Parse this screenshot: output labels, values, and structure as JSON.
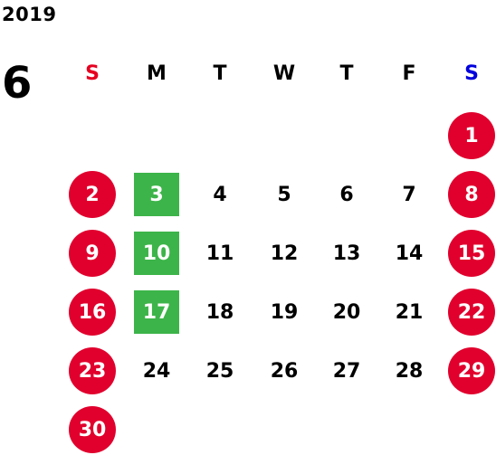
{
  "year": "2019",
  "month": "6",
  "colors": {
    "sunday_header": "#e60020",
    "saturday_header": "#0000dd",
    "holiday_circle": "#e1002d",
    "marked_square": "#3cb449",
    "text": "#000000"
  },
  "weekdays": [
    {
      "label": "S",
      "kind": "sun"
    },
    {
      "label": "M",
      "kind": "normal"
    },
    {
      "label": "T",
      "kind": "normal"
    },
    {
      "label": "W",
      "kind": "normal"
    },
    {
      "label": "T",
      "kind": "normal"
    },
    {
      "label": "F",
      "kind": "normal"
    },
    {
      "label": "S",
      "kind": "sat"
    }
  ],
  "weeks": [
    [
      null,
      null,
      null,
      null,
      null,
      null,
      {
        "d": "1",
        "style": "holiday"
      }
    ],
    [
      {
        "d": "2",
        "style": "holiday"
      },
      {
        "d": "3",
        "style": "marked"
      },
      {
        "d": "4"
      },
      {
        "d": "5"
      },
      {
        "d": "6"
      },
      {
        "d": "7"
      },
      {
        "d": "8",
        "style": "holiday"
      }
    ],
    [
      {
        "d": "9",
        "style": "holiday"
      },
      {
        "d": "10",
        "style": "marked"
      },
      {
        "d": "11"
      },
      {
        "d": "12"
      },
      {
        "d": "13"
      },
      {
        "d": "14"
      },
      {
        "d": "15",
        "style": "holiday"
      }
    ],
    [
      {
        "d": "16",
        "style": "holiday"
      },
      {
        "d": "17",
        "style": "marked"
      },
      {
        "d": "18"
      },
      {
        "d": "19"
      },
      {
        "d": "20"
      },
      {
        "d": "21"
      },
      {
        "d": "22",
        "style": "holiday"
      }
    ],
    [
      {
        "d": "23",
        "style": "holiday"
      },
      {
        "d": "24"
      },
      {
        "d": "25"
      },
      {
        "d": "26"
      },
      {
        "d": "27"
      },
      {
        "d": "28"
      },
      {
        "d": "29",
        "style": "holiday"
      }
    ],
    [
      {
        "d": "30",
        "style": "holiday"
      },
      null,
      null,
      null,
      null,
      null,
      null
    ]
  ]
}
